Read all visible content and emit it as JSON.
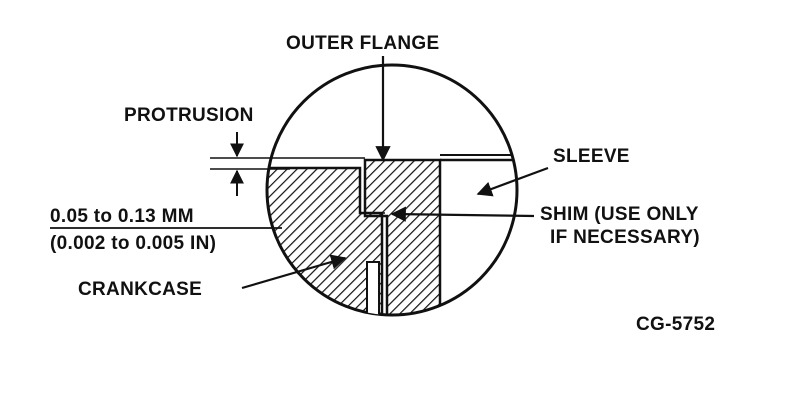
{
  "labels": {
    "outer_flange": "OUTER FLANGE",
    "protrusion": "PROTRUSION",
    "sleeve": "SLEEVE",
    "shim_line1": "SHIM (USE ONLY",
    "shim_line2": "IF NECESSARY)",
    "dim_mm": "0.05 to 0.13 MM",
    "dim_in": "(0.002 to 0.005 IN)",
    "crankcase": "CRANKCASE",
    "figure_id": "CG-5752"
  }
}
